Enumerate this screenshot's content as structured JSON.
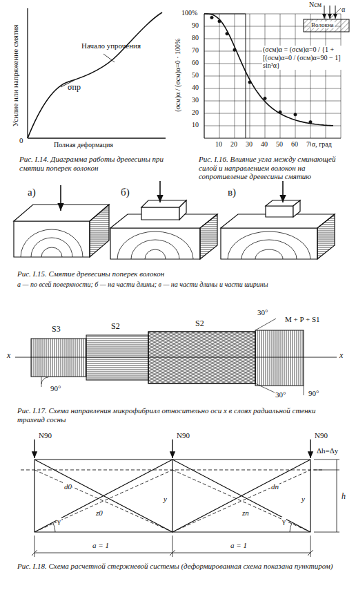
{
  "diagram": {
    "labels": [
      "Усилие или напряжение смятия",
      "Начало упрочения",
      "σпр",
      "0",
      "Полная деформация",
      "Рис. I.14. Диаграмма работы древесины при смятии поперек волокон",
      "100%",
      "90",
      "80",
      "70",
      "60",
      "50",
      "40",
      "30",
      "20",
      "10",
      "10",
      "20",
      "30",
      "40",
      "50",
      "60",
      "70",
      "α, град",
      "(σсм)α / (σсм)α=0 · 100%",
      "(σсм)α = (σсм)α=0 / {1 + [(σсм)α=0 / (σсм)α=90 − 1] sin³α}",
      "Nсм",
      "α",
      "Волокна",
      "Рис. I.16. Влияние угла между сминающей силой и направлением волокон на сопротивление древесины смятию",
      "а)",
      "б)",
      "в)",
      "Рис. I.15. Смятие древесины поперек волокон",
      "а — по всей поверхности; б — на части длины; в — на части длины и части ширины",
      "S3",
      "S2",
      "S2",
      "30°",
      "M + P + S1",
      "x",
      "x",
      "90°",
      "30°",
      "90°",
      "Рис. I.17. Схема направления микрофибрилл относительно оси x в слоях радиальной стенки трахеид сосны",
      "N90",
      "N90",
      "N90",
      "Δh=Δy",
      "h",
      "d0",
      "z0",
      "zn",
      "dn",
      "y",
      "y",
      "γ",
      "γ",
      "a = 1",
      "a = 1",
      "Рис. I.18. Схема расчетной стержневой системы (деформированная схема показана пунктиром)"
    ]
  }
}
